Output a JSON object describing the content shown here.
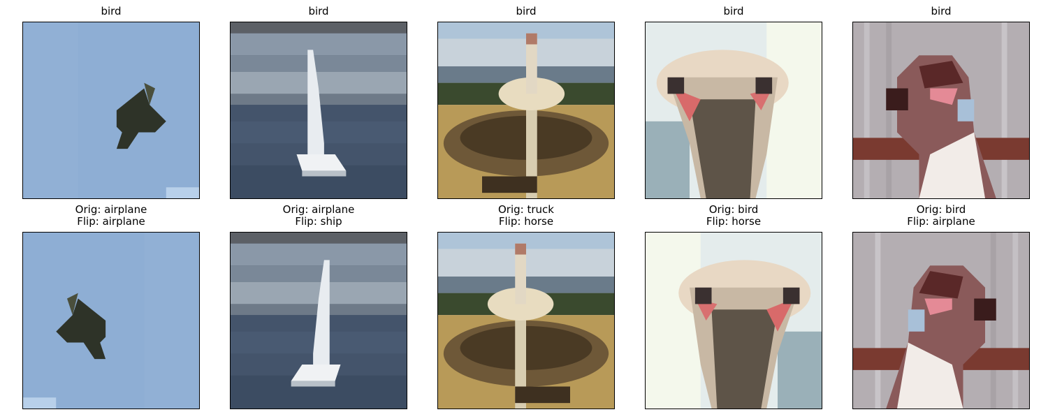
{
  "top_row": [
    {
      "title": "bird",
      "image": "airplane-in-sky"
    },
    {
      "title": "bird",
      "image": "sailboat-on-water"
    },
    {
      "title": "bird",
      "image": "ostrich-on-nest"
    },
    {
      "title": "bird",
      "image": "ostrich-head-closeup"
    },
    {
      "title": "bird",
      "image": "bird-on-perch"
    }
  ],
  "bottom_row": [
    {
      "orig": "Orig: airplane",
      "flip": "Flip: airplane",
      "image": "airplane-in-sky-flipped"
    },
    {
      "orig": "Orig: airplane",
      "flip": "Flip: ship",
      "image": "sailboat-on-water-flipped"
    },
    {
      "orig": "Orig: truck",
      "flip": "Flip: horse",
      "image": "ostrich-on-nest-flipped"
    },
    {
      "orig": "Orig: bird",
      "flip": "Flip: horse",
      "image": "ostrich-head-closeup-flipped"
    },
    {
      "orig": "Orig: bird",
      "flip": "Flip: airplane",
      "image": "bird-on-perch-flipped"
    }
  ]
}
